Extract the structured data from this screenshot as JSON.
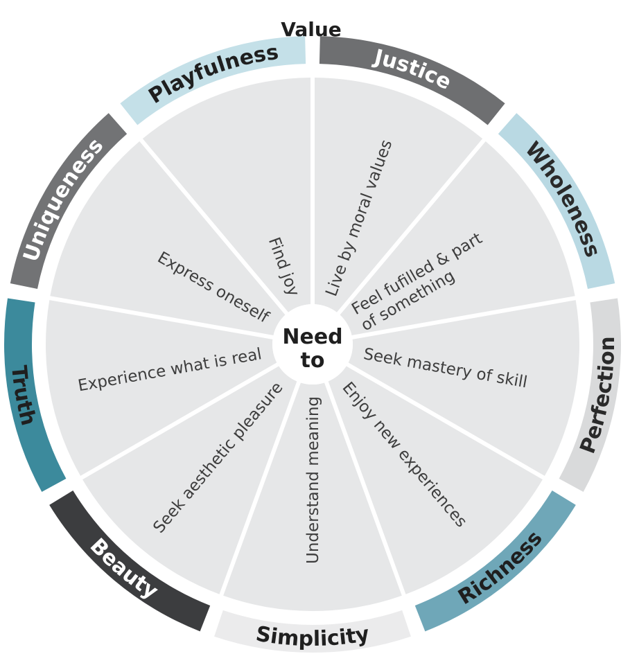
{
  "header": {
    "title": "Value"
  },
  "center": {
    "line1": "Need",
    "line2": "to"
  },
  "segments": [
    {
      "value": "Justice",
      "need": [
        "Live by moral values"
      ],
      "band_color": "#6e6f71",
      "text_color": "#ffffff"
    },
    {
      "value": "Wholeness",
      "need": [
        "Feel fufilled & part",
        "of something"
      ],
      "band_color": "#b9d9e3",
      "text_color": "#2a2a2a"
    },
    {
      "value": "Perfection",
      "need": [
        "Seek mastery of skill"
      ],
      "band_color": "#d9dadb",
      "text_color": "#2a2a2a"
    },
    {
      "value": "Richness",
      "need": [
        "Enjoy new experiences"
      ],
      "band_color": "#6fa7b8",
      "text_color": "#1f1f1f"
    },
    {
      "value": "Simplicity",
      "need": [
        "Understand meaning"
      ],
      "band_color": "#ebebec",
      "text_color": "#1f1f1f"
    },
    {
      "value": "Beauty",
      "need": [
        "Seek aesthetic pleasure"
      ],
      "band_color": "#3c3d3f",
      "text_color": "#ffffff"
    },
    {
      "value": "Truth",
      "need": [
        "Experience what is real"
      ],
      "band_color": "#3c8a9c",
      "text_color": "#1f1f1f"
    },
    {
      "value": "Uniqueness",
      "need": [
        "Express oneself"
      ],
      "band_color": "#727375",
      "text_color": "#ffffff"
    },
    {
      "value": "Playfulness",
      "need": [
        "Find joy"
      ],
      "band_color": "#c4e0e8",
      "text_color": "#1f1f1f"
    }
  ]
}
